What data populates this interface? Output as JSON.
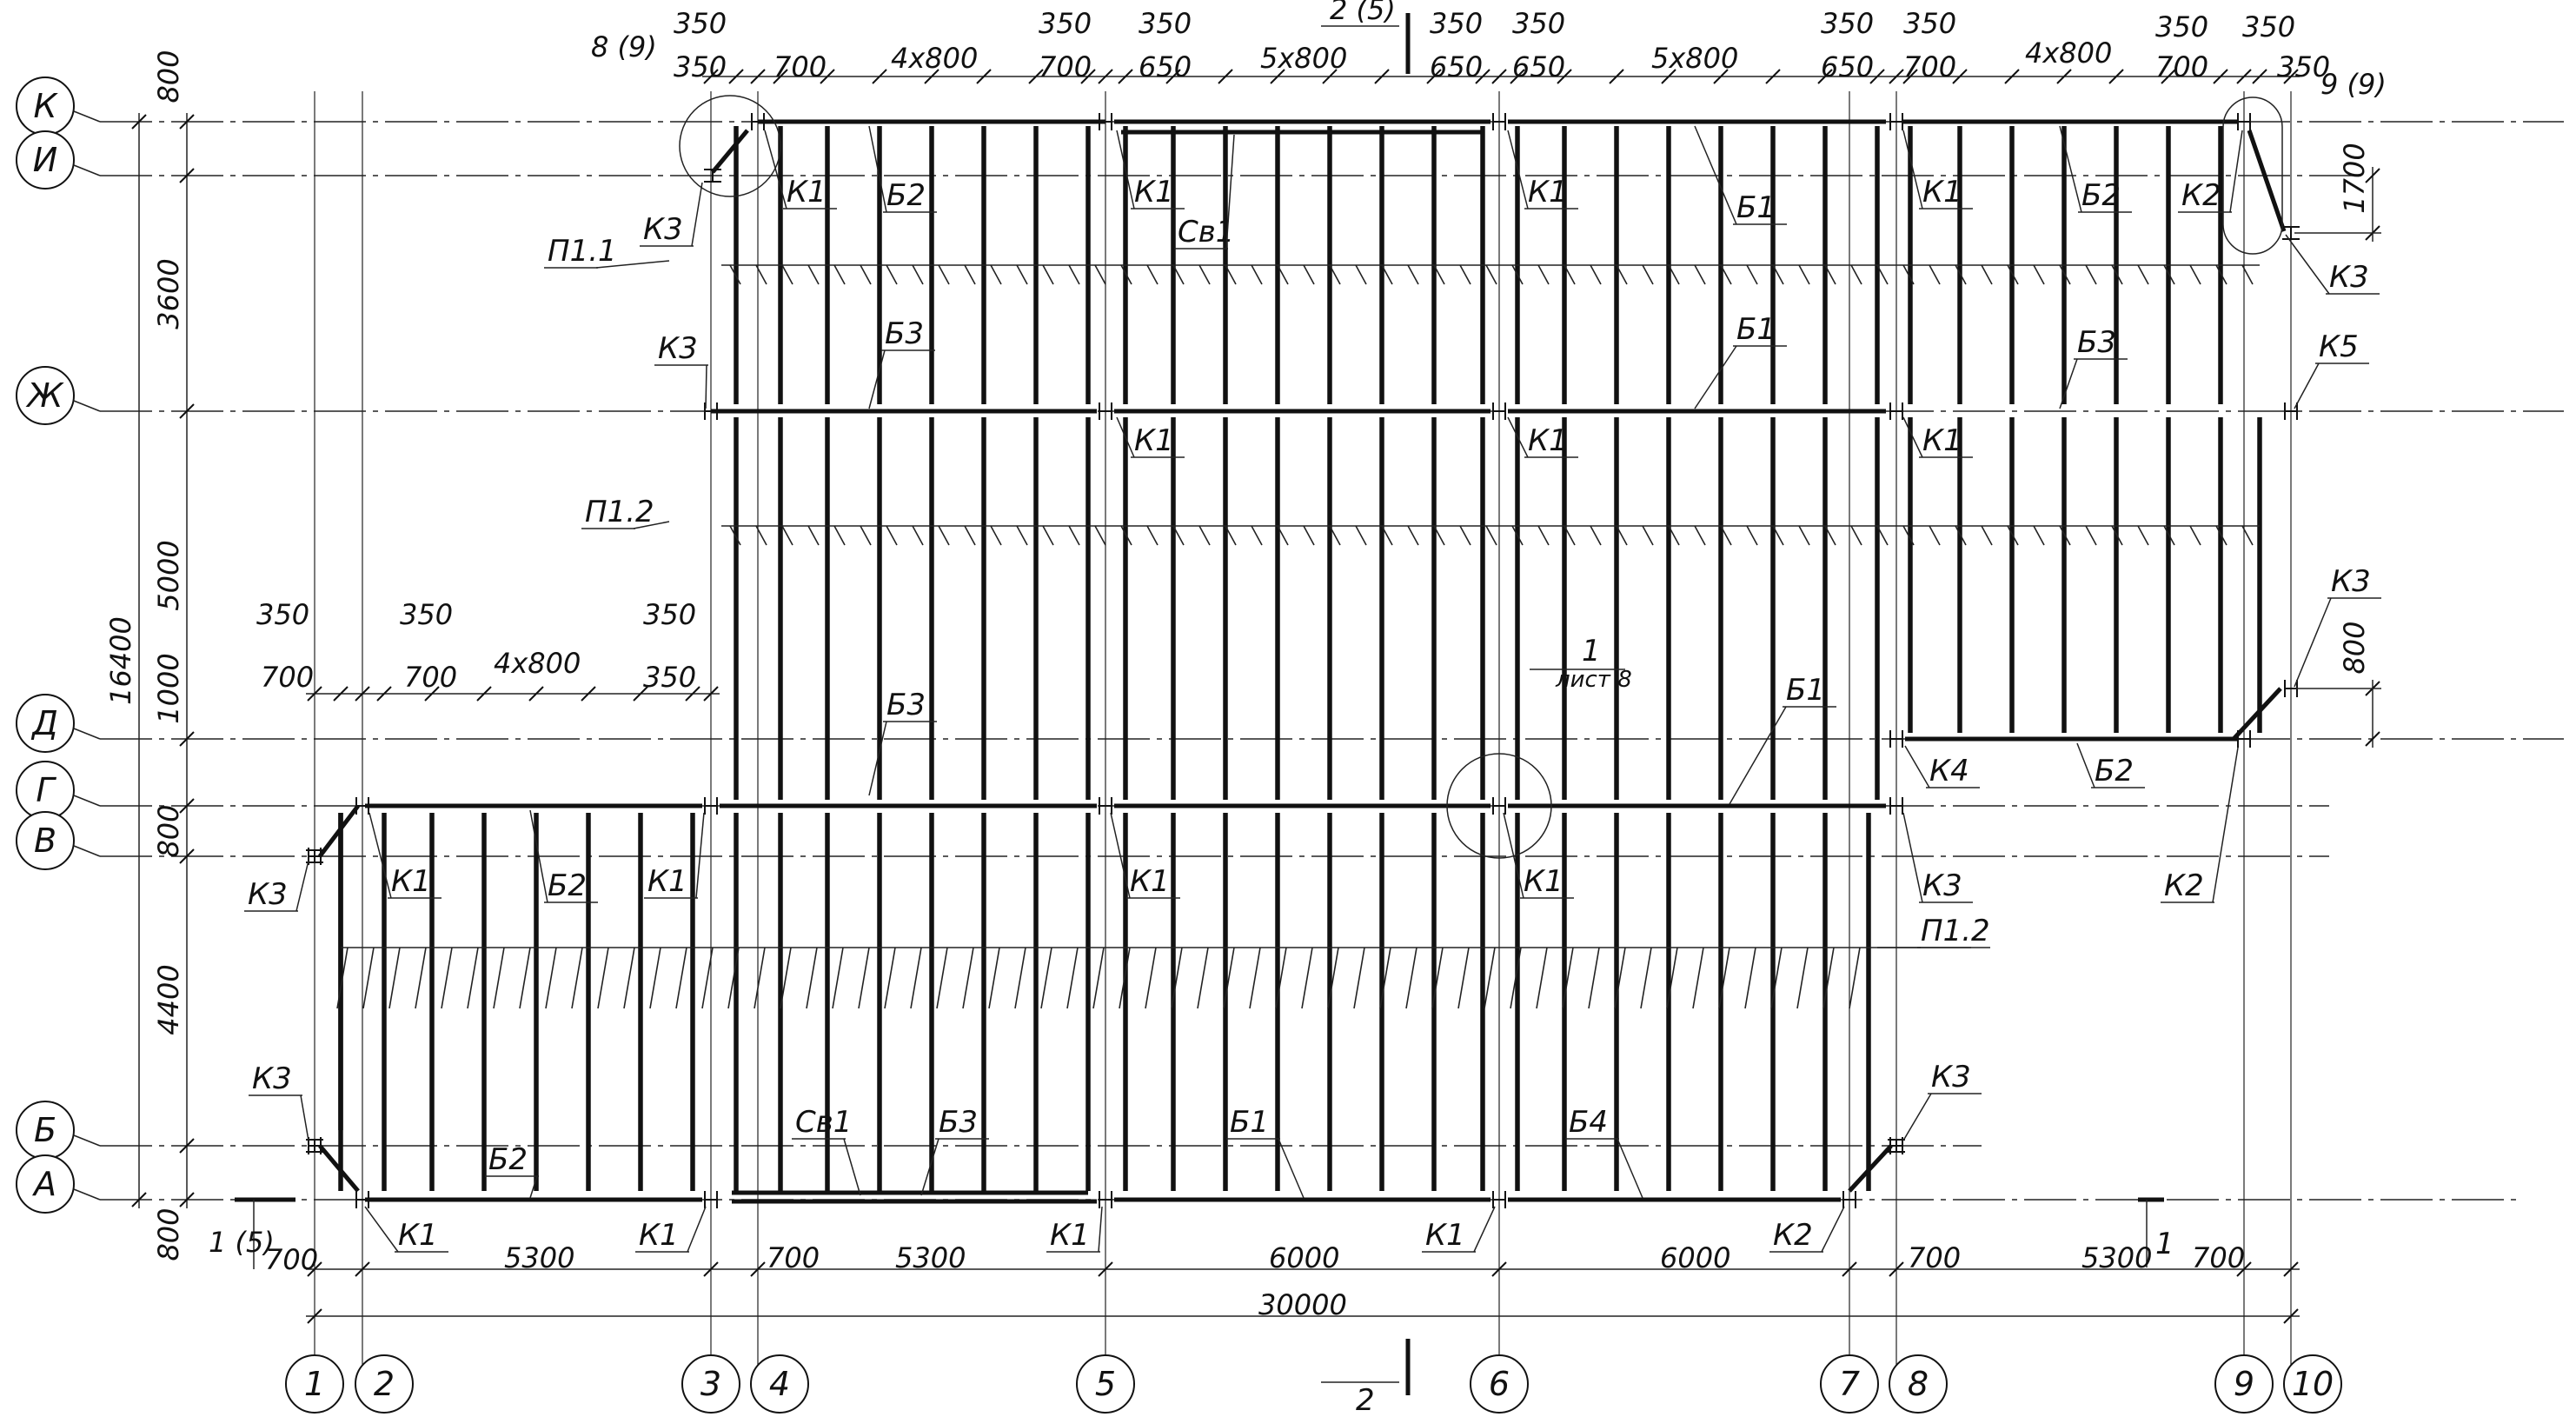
{
  "axes": {
    "rows": [
      "К",
      "И",
      "Ж",
      "Д",
      "Г",
      "В",
      "Б",
      "А"
    ],
    "cols": [
      "1",
      "2",
      "3",
      "4",
      "5",
      "6",
      "7",
      "8",
      "9",
      "10"
    ]
  },
  "dims_left": [
    "800",
    "3600",
    "5000",
    "1000",
    "800",
    "4400",
    "800",
    "16400",
    "1700",
    "800"
  ],
  "dims_top": [
    "8 (9)",
    "350",
    "350",
    "700",
    "4x800",
    "350",
    "700",
    "350",
    "650",
    "5x800",
    "2 (5)",
    "350",
    "650",
    "350",
    "650",
    "5x800",
    "350",
    "650",
    "350",
    "700",
    "4x800",
    "350",
    "700",
    "350",
    "350",
    "9 (9)"
  ],
  "dims_mid": [
    "350",
    "350",
    "350",
    "700",
    "4x800",
    "350",
    "700"
  ],
  "dims_bottom": [
    "1 (5)",
    "700",
    "5300",
    "700",
    "5300",
    "6000",
    "6000",
    "700",
    "5300",
    "700",
    "30000"
  ],
  "section_labels": [
    "2",
    "1",
    "1",
    "лист 8"
  ],
  "element_labels": {
    "K1": "К1",
    "K2": "К2",
    "K3": "К3",
    "K4": "К4",
    "K5": "К5",
    "B1": "Б1",
    "B2": "Б2",
    "B3": "Б3",
    "B4": "Б4",
    "SV1": "Св1",
    "P11": "П1.1",
    "P12": "П1.2"
  }
}
